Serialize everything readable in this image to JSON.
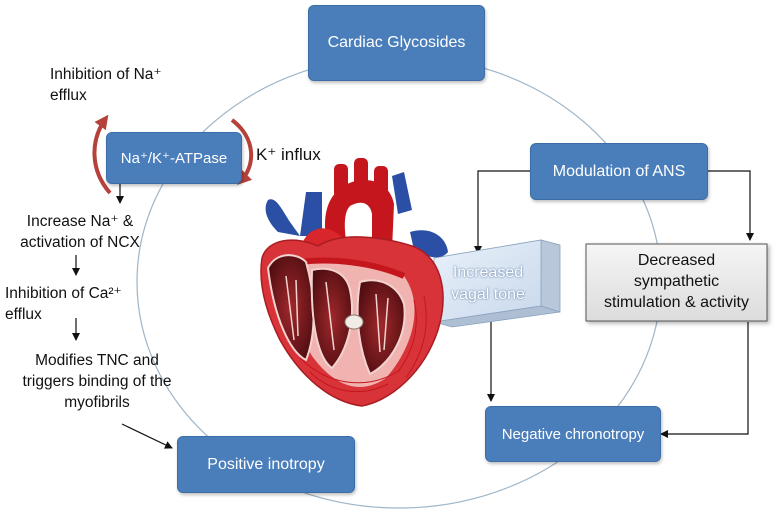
{
  "colors": {
    "box_blue": "#4a7ebb",
    "heart_red": "#c4161c",
    "vessel_blue": "#2a4fa5",
    "circle": "#9fb5c7"
  },
  "boxes": {
    "cardiac_glycosides": "Cardiac Glycosides",
    "atpase": "Na⁺/K⁺-ATPase",
    "modulation_ans": "Modulation of ANS",
    "positive_inotropy": "Positive inotropy",
    "negative_chronotropy": "Negative chronotropy"
  },
  "labels": {
    "inhibition_na_line1": "Inhibition of Na⁺",
    "inhibition_na_line2": "efflux",
    "k_influx": "K⁺ influx",
    "increase_na_line1": "Increase Na⁺ &",
    "increase_na_line2": "activation of NCX",
    "inhibition_ca_line1": "Inhibition of Ca²⁺",
    "inhibition_ca_line2": "efflux",
    "modifies_line1": "Modifies TNC and",
    "modifies_line2": "triggers binding of the",
    "modifies_line3": "myofibrils",
    "vagal_line1": "Increased",
    "vagal_line2": "vagal tone",
    "sympathetic_line1": "Decreased",
    "sympathetic_line2": "sympathetic",
    "sympathetic_line3": "stimulation & activity"
  },
  "icons": [
    "heart-illustration",
    "atpase-curved-arrow-left",
    "atpase-curved-arrow-right"
  ]
}
